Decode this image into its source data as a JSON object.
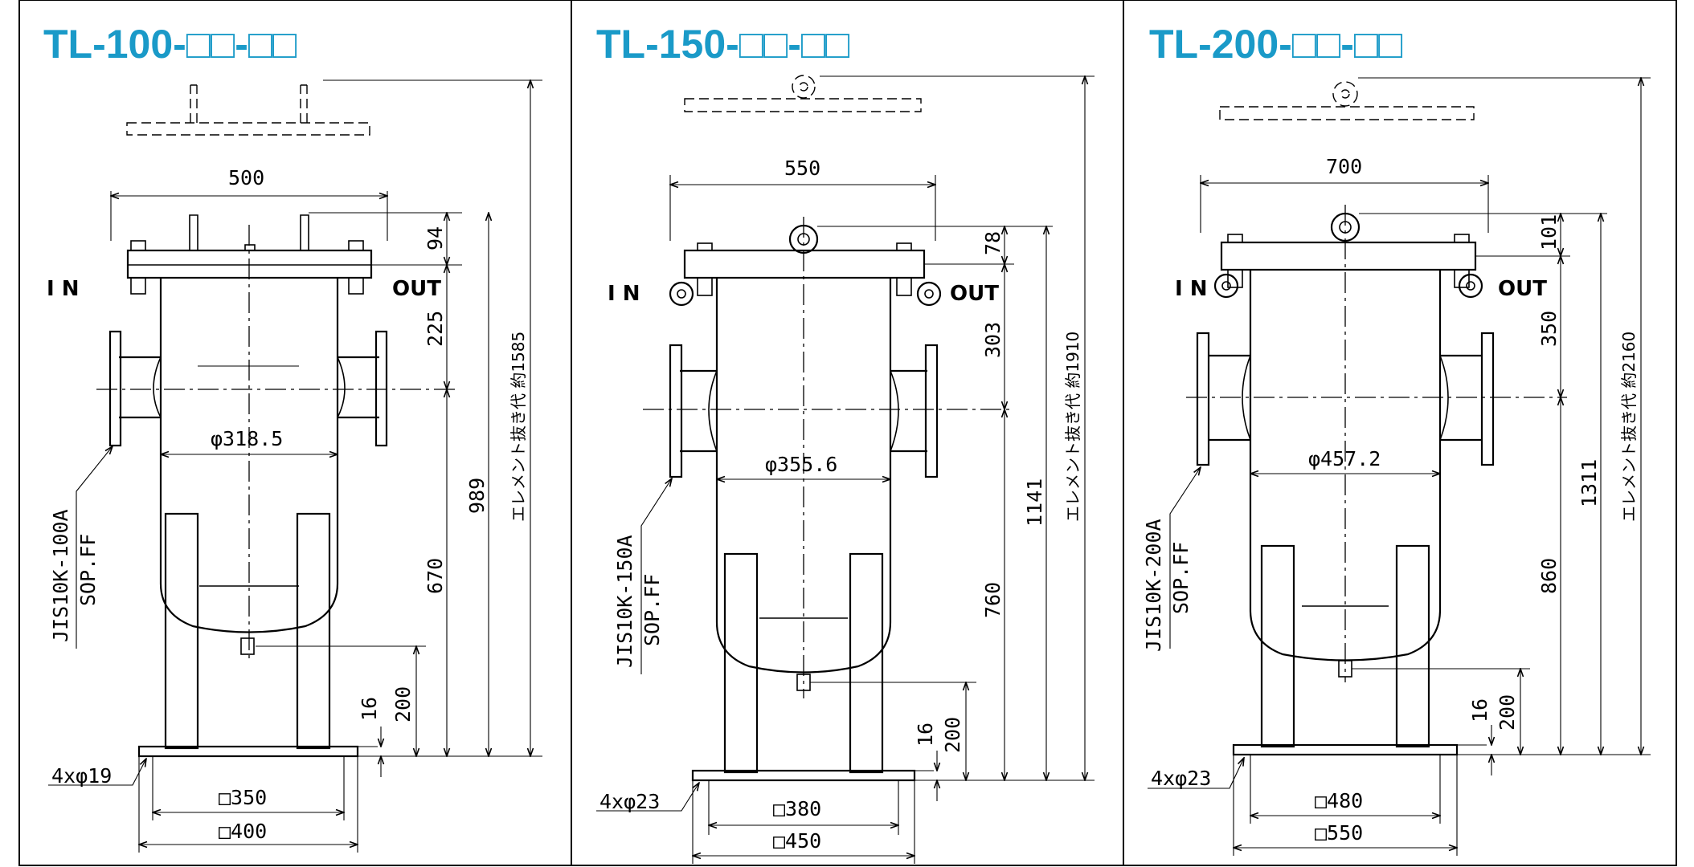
{
  "colors": {
    "title": "#1a9ac8",
    "line": "#000000"
  },
  "labels": {
    "in": "I N",
    "out": "OUT",
    "flange_finish": "SOP.FF"
  },
  "models": [
    {
      "title": "TL-100-□□-□□",
      "width": "500",
      "diameter": "φ318.5",
      "top_gap": "94",
      "inlet_height": "225",
      "body_height": "989",
      "outlet_center": "670",
      "drain_height": "200",
      "base_thickness": "16",
      "removal_clearance": "エレメント抜き代 約1585",
      "flange_spec": "JIS10K-100A",
      "bolt_holes": "4xφ19",
      "base_inner": "□350",
      "base_outer": "□400"
    },
    {
      "title": "TL-150-□□-□□",
      "width": "550",
      "diameter": "φ355.6",
      "top_gap": "78",
      "inlet_height": "303",
      "body_height": "1141",
      "outlet_center": "760",
      "drain_height": "200",
      "base_thickness": "16",
      "removal_clearance": "エレメント抜き代 約1910",
      "flange_spec": "JIS10K-150A",
      "bolt_holes": "4xφ23",
      "base_inner": "□380",
      "base_outer": "□450"
    },
    {
      "title": "TL-200-□□-□□",
      "width": "700",
      "diameter": "φ457.2",
      "top_gap": "101",
      "inlet_height": "350",
      "body_height": "1311",
      "outlet_center": "860",
      "drain_height": "200",
      "base_thickness": "16",
      "removal_clearance": "エレメント抜き代 約2160",
      "flange_spec": "JIS10K-200A",
      "bolt_holes": "4xφ23",
      "base_inner": "□480",
      "base_outer": "□550"
    }
  ]
}
